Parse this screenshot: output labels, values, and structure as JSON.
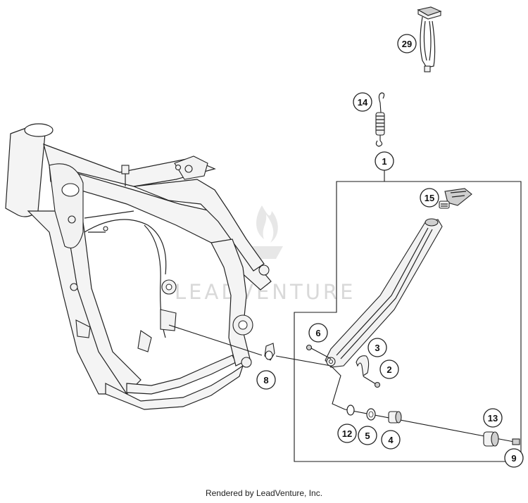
{
  "footer": {
    "credit": "Rendered by LeadVenture, Inc."
  },
  "watermark": {
    "text": "LEADVENTURE"
  },
  "callouts": {
    "c1": "1",
    "c2": "2",
    "c3": "3",
    "c4": "4",
    "c5": "5",
    "c6": "6",
    "c8": "8",
    "c9": "9",
    "c12": "12",
    "c13": "13",
    "c14": "14",
    "c15": "15",
    "c29": "29"
  }
}
